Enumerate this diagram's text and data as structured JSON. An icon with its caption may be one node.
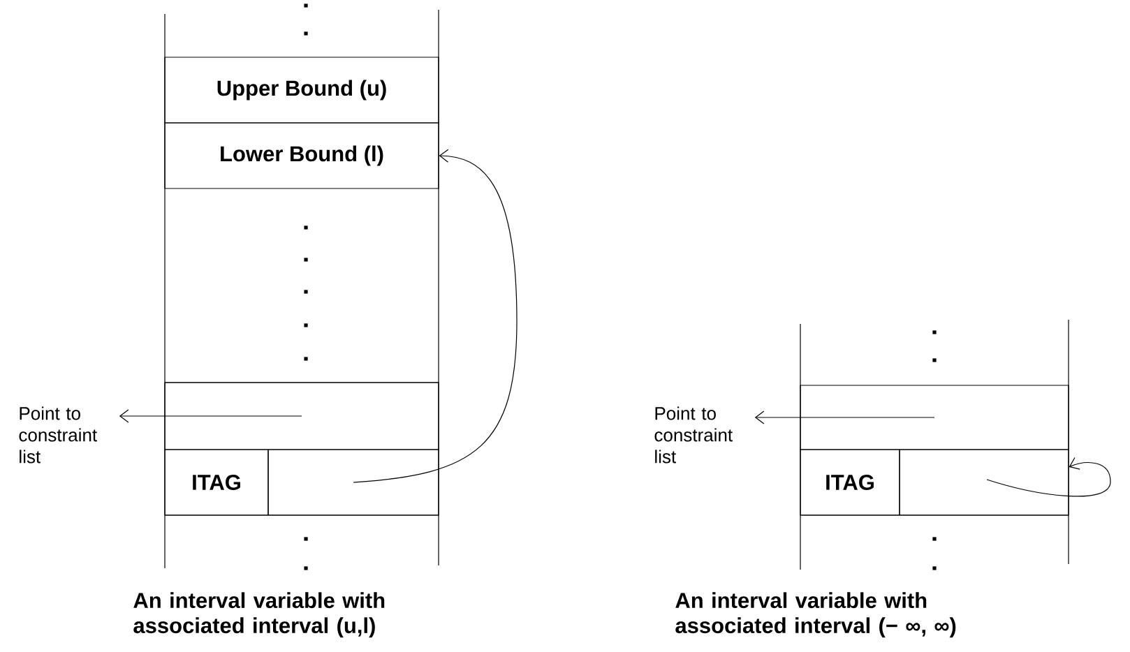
{
  "diagram": {
    "nodes": [
      {
        "text": [
          "Upper Bound (u)"
        ]
      },
      {
        "text": [
          "Lower Bound (l)"
        ]
      },
      {
        "text": [],
        "shape": "box"
      },
      {
        "text": [
          "Point to constraint list"
        ]
      },
      {
        "text": [
          "ITAG"
        ]
      },
      {
        "text": [],
        "shape": "box"
      },
      {
        "text": [],
        "shape": "box"
      },
      {
        "text": [
          "Point to constraint list"
        ]
      },
      {
        "text": [
          "ITAG"
        ]
      },
      {
        "text": [],
        "shape": "box"
      }
    ],
    "edges": [
      {
        "from": 2,
        "to": 3,
        "arrow": "to"
      },
      {
        "from": 5,
        "to": 1,
        "arrow": "to"
      },
      {
        "from": 6,
        "to": 7,
        "arrow": "to"
      },
      {
        "from": 9,
        "to": 9,
        "arrow": "to"
      }
    ],
    "labels": [
      "An interval variable with associated interval (u,l)",
      "An interval variable with associated interval (− ∞, ∞)"
    ]
  }
}
